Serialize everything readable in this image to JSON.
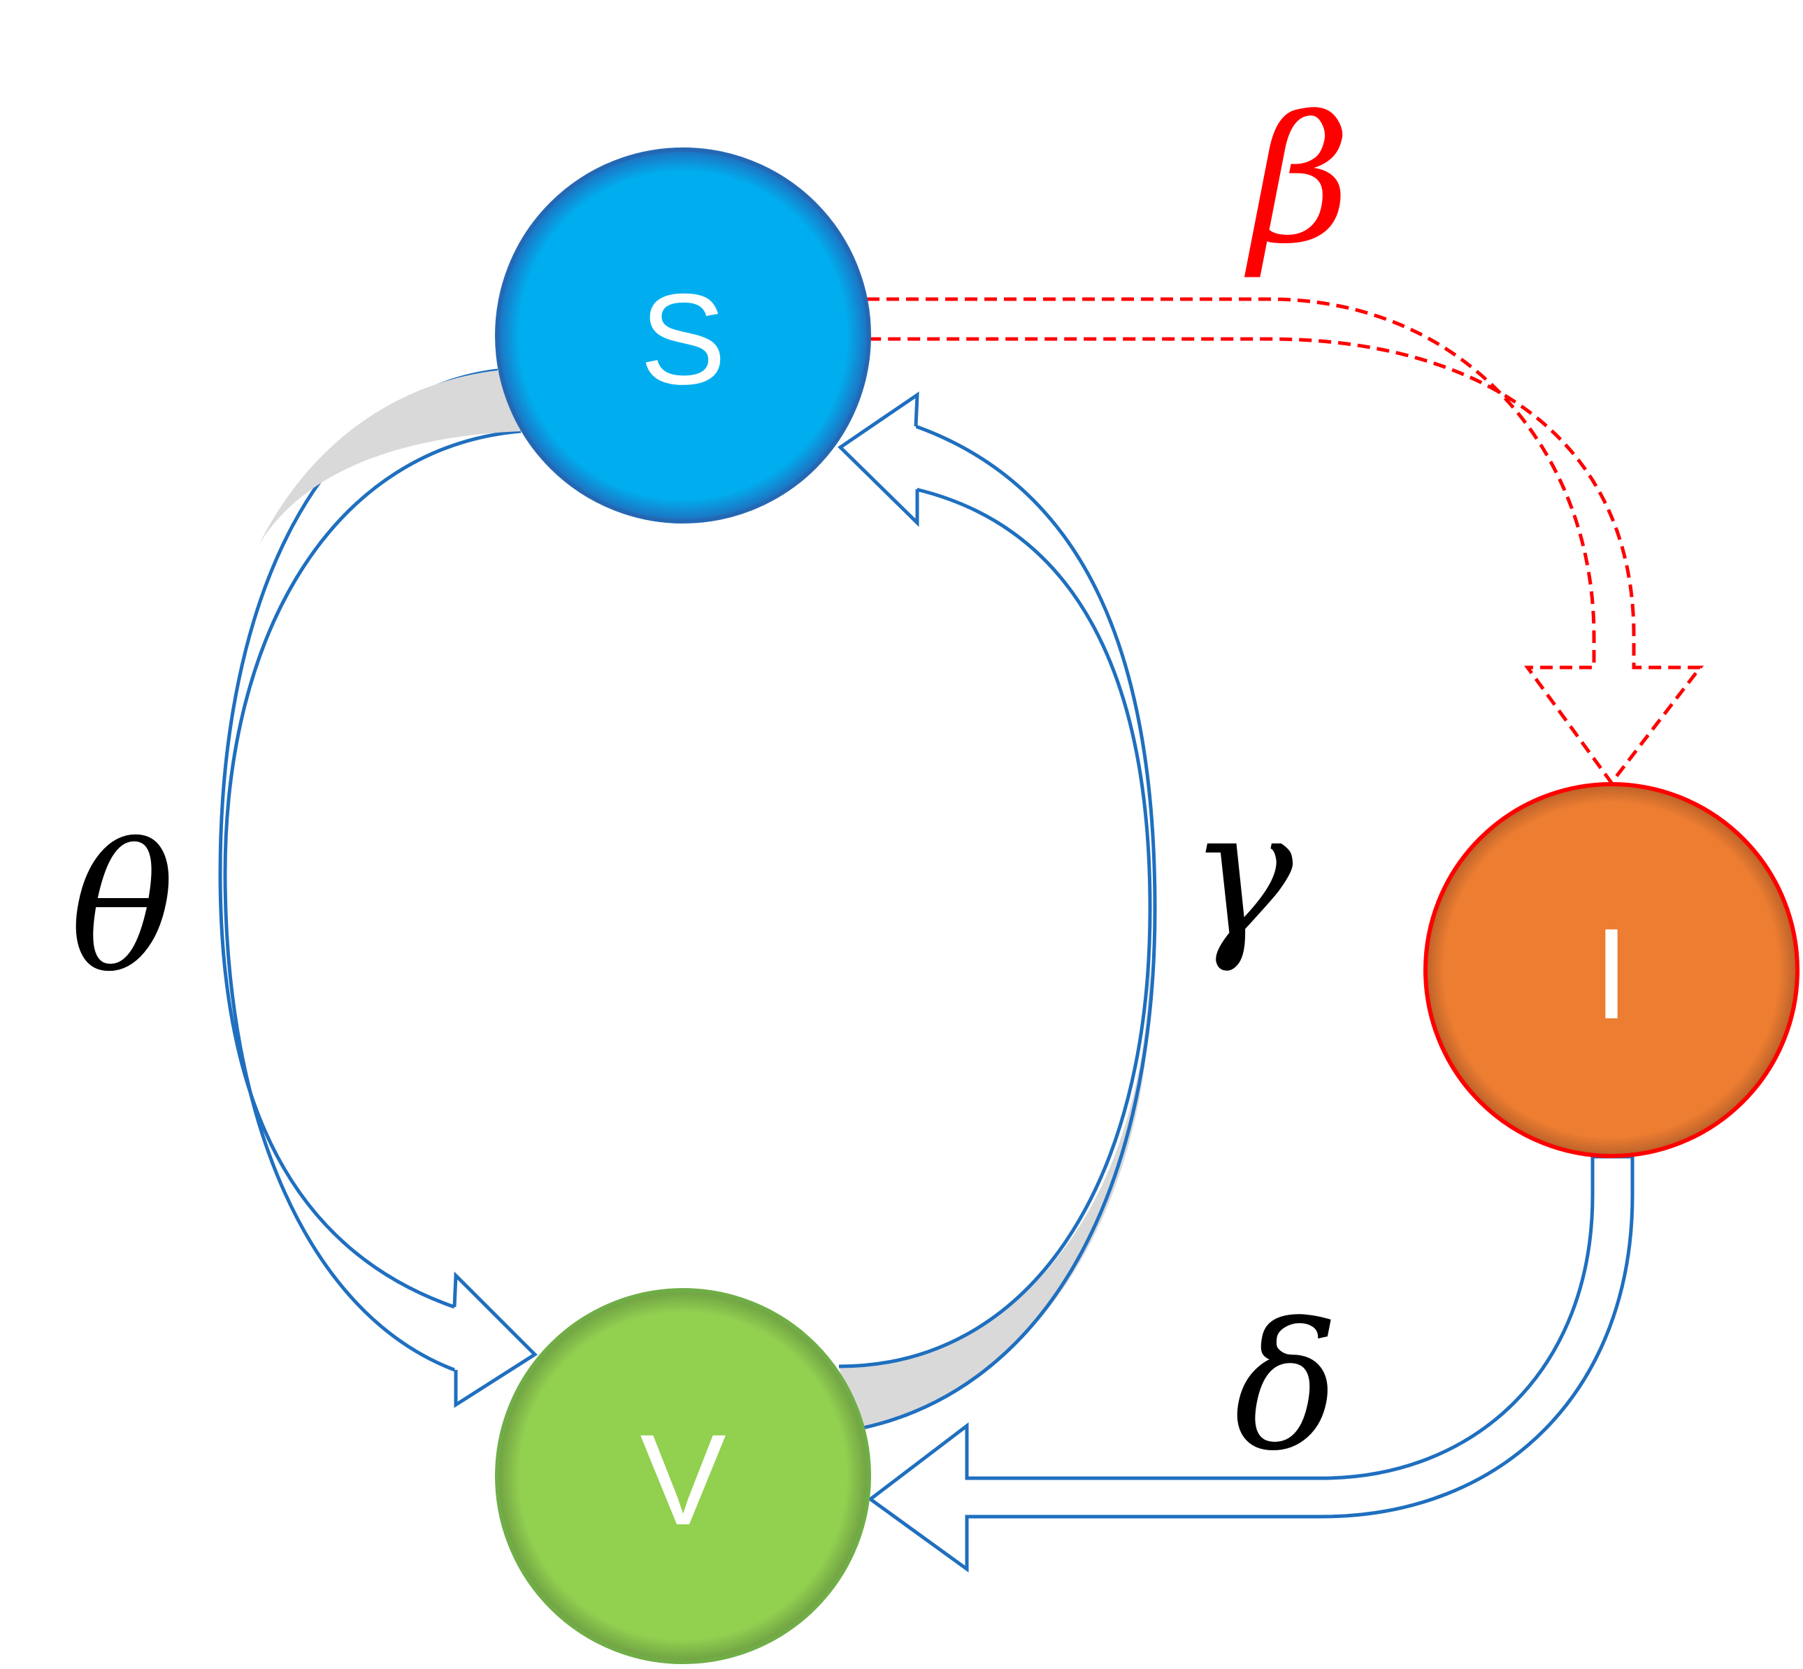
{
  "diagram": {
    "nodes": {
      "s": {
        "label": "S",
        "color": "#00AEEF",
        "border": "#1F5FAE"
      },
      "i": {
        "label": "I",
        "color": "#ED7D31",
        "border": "#FF0000"
      },
      "v": {
        "label": "V",
        "color": "#92D050",
        "border": "#70AD47"
      }
    },
    "rates": {
      "beta": {
        "label": "β",
        "color": "#FF0000"
      },
      "theta": {
        "label": "θ",
        "color": "#000000"
      },
      "gamma": {
        "label": "γ",
        "color": "#000000"
      },
      "delta": {
        "label": "δ",
        "color": "#000000"
      }
    },
    "arrow_colors": {
      "infection": "#FF0000",
      "flow": "#1F6FBF",
      "band_fill": "#D9D9D9"
    }
  }
}
